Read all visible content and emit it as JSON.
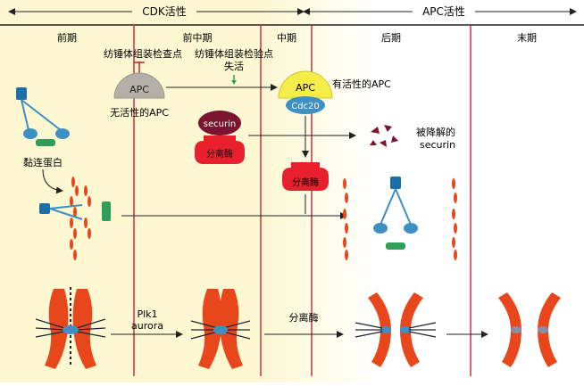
{
  "activity": {
    "cdk": "CDK活性",
    "apc": "APC活性"
  },
  "phases": [
    "前期",
    "前中期",
    "中期",
    "后期",
    "末期"
  ],
  "labels": {
    "spindle_checkpoint": "纺锤体组装检查点",
    "spindle_checkpoint_inactive_1": "纺锤体组装检验点",
    "spindle_checkpoint_inactive_2": "失活",
    "apc": "APC",
    "inactive_apc": "无活性的APC",
    "active_apc": "有活性的APC",
    "cdc20": "Cdc20",
    "securin": "securin",
    "separase": "分离酶",
    "degraded_securin_1": "被降解的",
    "degraded_securin_2": "securin",
    "cohesin": "黏连蛋白",
    "plk1": "Plk1",
    "aurora": "aurora",
    "separase_bottom": "分离酶"
  },
  "colors": {
    "cdk_bg": "#fdf8d2",
    "separator": "#c9304a",
    "chromosome": "#e8471c",
    "apc_grey": "#b4b0a8",
    "apc_yellow": "#f5ee4a",
    "cdc20_blue": "#3d8fc4",
    "securin_dark": "#7a1430",
    "separase_red": "#e8202e",
    "spindle_blue": "#1a6fa6",
    "kinetochore_green": "#2e9e58"
  }
}
